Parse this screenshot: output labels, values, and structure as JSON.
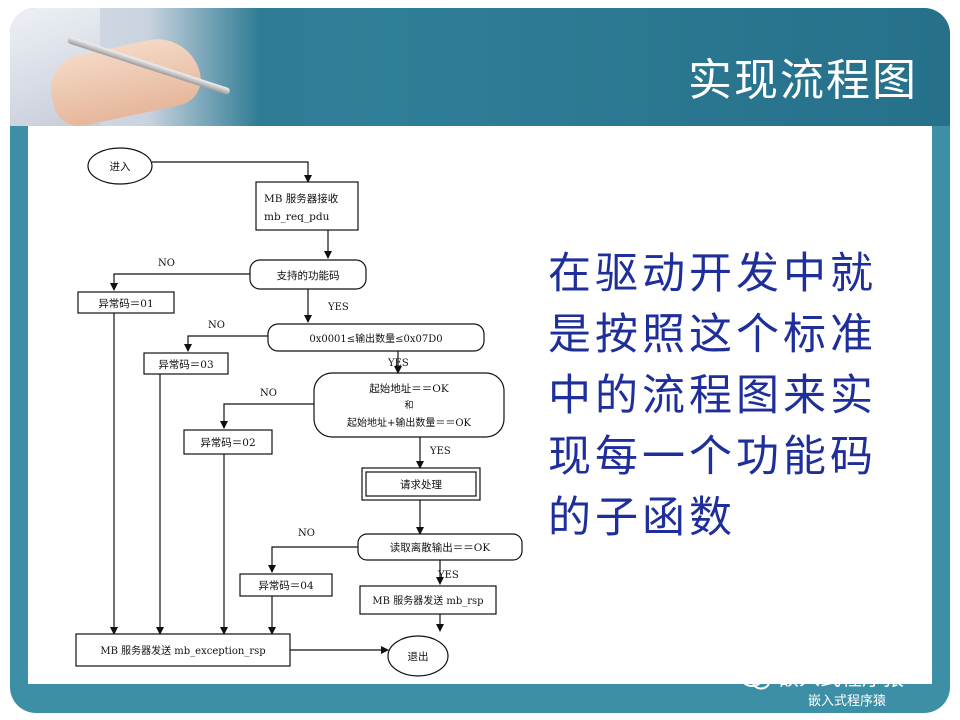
{
  "slide": {
    "title": "实现流程图"
  },
  "flowchart": {
    "nodes": {
      "enter": "进入",
      "receive_1": "MB 服务器接收",
      "receive_2": "mb_req_pdu",
      "check_func": "支持的功能码",
      "exc_01": "异常码＝01",
      "check_qty": "0x0001≤输出数量≤0x07D0",
      "exc_03": "异常码＝03",
      "check_addr_1": "起始地址＝＝OK",
      "check_addr_and": "和",
      "check_addr_2": "起始地址+输出数量＝＝OK",
      "exc_02": "异常码＝02",
      "process": "请求处理",
      "read_discrete": "读取离散输出＝＝OK",
      "exc_04": "异常码＝04",
      "send_rsp": "MB 服务器发送 mb_rsp",
      "send_exc": "MB 服务器发送 mb_exception_rsp",
      "exit": "退出"
    },
    "labels": {
      "no1": "NO",
      "yes1": "YES",
      "no2": "NO",
      "yes2": "YES",
      "no3": "NO",
      "yes3": "YES",
      "no4": "NO",
      "yes4": "YES"
    }
  },
  "body": {
    "lines": [
      "在驱动开发中就",
      "是按照这个标准",
      "中的流程图来实",
      "现每一个功能码",
      "的子函数"
    ]
  },
  "watermark": {
    "main": "嵌入式程序猿",
    "sub": "嵌入式程序猿"
  }
}
